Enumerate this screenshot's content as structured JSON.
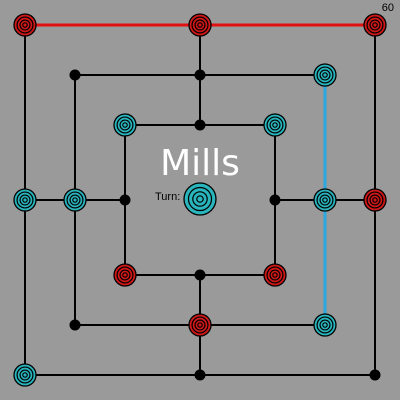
{
  "game": {
    "title": "Mills",
    "turn_label": "Turn:",
    "move_counter": "60",
    "current_turn": "cyan"
  },
  "colors": {
    "background": "#9a9a9a",
    "board_line": "#000000",
    "red_piece": "#d01818",
    "cyan_piece": "#2ab5bd",
    "red_mill_line": "#e01010",
    "cyan_mill_line": "#2aa8e0"
  },
  "board": {
    "rings": [
      "outer",
      "middle",
      "inner"
    ],
    "points": [
      {
        "id": "o-tl",
        "piece": "red"
      },
      {
        "id": "o-t",
        "piece": "red"
      },
      {
        "id": "o-tr",
        "piece": "red"
      },
      {
        "id": "o-l",
        "piece": "cyan"
      },
      {
        "id": "o-r",
        "piece": "red"
      },
      {
        "id": "o-bl",
        "piece": "cyan"
      },
      {
        "id": "o-b",
        "piece": "empty"
      },
      {
        "id": "o-br",
        "piece": "empty"
      },
      {
        "id": "m-tl",
        "piece": "empty"
      },
      {
        "id": "m-t",
        "piece": "empty"
      },
      {
        "id": "m-tr",
        "piece": "cyan"
      },
      {
        "id": "m-l",
        "piece": "cyan"
      },
      {
        "id": "m-r",
        "piece": "cyan"
      },
      {
        "id": "m-bl",
        "piece": "empty"
      },
      {
        "id": "m-b",
        "piece": "red"
      },
      {
        "id": "m-br",
        "piece": "cyan"
      },
      {
        "id": "i-tl",
        "piece": "cyan"
      },
      {
        "id": "i-t",
        "piece": "empty"
      },
      {
        "id": "i-tr",
        "piece": "cyan"
      },
      {
        "id": "i-l",
        "piece": "empty"
      },
      {
        "id": "i-r",
        "piece": "empty"
      },
      {
        "id": "i-bl",
        "piece": "red"
      },
      {
        "id": "i-b",
        "piece": "empty"
      },
      {
        "id": "i-br",
        "piece": "red"
      }
    ],
    "mills": [
      {
        "color": "red",
        "points": [
          "o-tl",
          "o-t",
          "o-tr"
        ]
      },
      {
        "color": "cyan",
        "points": [
          "m-tr",
          "m-r",
          "m-br"
        ]
      }
    ]
  }
}
